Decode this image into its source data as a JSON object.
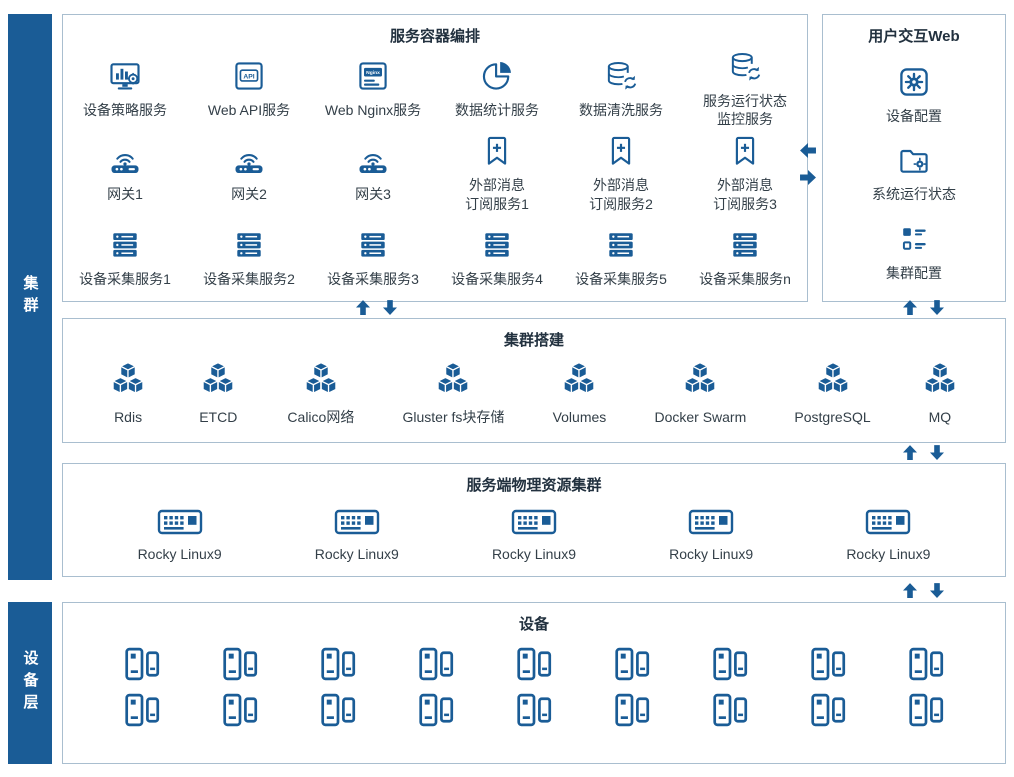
{
  "colors": {
    "accent": "#1a5c96"
  },
  "sidebars": [
    {
      "label": "集群"
    },
    {
      "label": "设备层"
    }
  ],
  "orchestration": {
    "title": "服务容器编排",
    "rows": [
      {
        "items": [
          {
            "icon": "monitor-gear-icon",
            "label": "设备策略服务"
          },
          {
            "icon": "api-icon",
            "label": "Web API服务"
          },
          {
            "icon": "nginx-icon",
            "label": "Web Nginx服务"
          },
          {
            "icon": "pie-chart-icon",
            "label": "数据统计服务"
          },
          {
            "icon": "database-sync-icon",
            "label": "数据清洗服务"
          },
          {
            "icon": "database-sync-icon",
            "label": "服务运行状态\n监控服务"
          }
        ]
      },
      {
        "items": [
          {
            "icon": "gateway-icon",
            "label": "网关1"
          },
          {
            "icon": "gateway-icon",
            "label": "网关2"
          },
          {
            "icon": "gateway-icon",
            "label": "网关3"
          },
          {
            "icon": "bookmark-plus-icon",
            "label": "外部消息\n订阅服务1"
          },
          {
            "icon": "bookmark-plus-icon",
            "label": "外部消息\n订阅服务2"
          },
          {
            "icon": "bookmark-plus-icon",
            "label": "外部消息\n订阅服务3"
          }
        ]
      },
      {
        "items": [
          {
            "icon": "server-stack-icon",
            "label": "设备采集服务1"
          },
          {
            "icon": "server-stack-icon",
            "label": "设备采集服务2"
          },
          {
            "icon": "server-stack-icon",
            "label": "设备采集服务3"
          },
          {
            "icon": "server-stack-icon",
            "label": "设备采集服务4"
          },
          {
            "icon": "server-stack-icon",
            "label": "设备采集服务5"
          },
          {
            "icon": "server-stack-icon",
            "label": "设备采集服务n"
          }
        ]
      }
    ]
  },
  "web_panel": {
    "title": "用户交互Web",
    "items": [
      {
        "icon": "gear-square-icon",
        "label": "设备配置"
      },
      {
        "icon": "folder-gear-icon",
        "label": "系统运行状态"
      },
      {
        "icon": "grid-list-icon",
        "label": "集群配置"
      }
    ]
  },
  "cluster_build": {
    "title": "集群搭建",
    "items": [
      {
        "icon": "cubes-icon",
        "label": "Rdis"
      },
      {
        "icon": "cubes-icon",
        "label": "ETCD"
      },
      {
        "icon": "cubes-icon",
        "label": "Calico网络"
      },
      {
        "icon": "cubes-icon",
        "label": "Gluster fs块存储"
      },
      {
        "icon": "cubes-icon",
        "label": "Volumes"
      },
      {
        "icon": "cubes-icon",
        "label": "Docker Swarm"
      },
      {
        "icon": "cubes-icon",
        "label": "PostgreSQL"
      },
      {
        "icon": "cubes-icon",
        "label": "MQ"
      }
    ]
  },
  "physical_cluster": {
    "title": "服务端物理资源集群",
    "items": [
      {
        "icon": "keyboard-icon",
        "label": "Rocky Linux9"
      },
      {
        "icon": "keyboard-icon",
        "label": "Rocky Linux9"
      },
      {
        "icon": "keyboard-icon",
        "label": "Rocky Linux9"
      },
      {
        "icon": "keyboard-icon",
        "label": "Rocky Linux9"
      },
      {
        "icon": "keyboard-icon",
        "label": "Rocky Linux9"
      }
    ]
  },
  "devices": {
    "title": "设备",
    "rows": 2,
    "cols": 9,
    "icon": "device-icon"
  }
}
